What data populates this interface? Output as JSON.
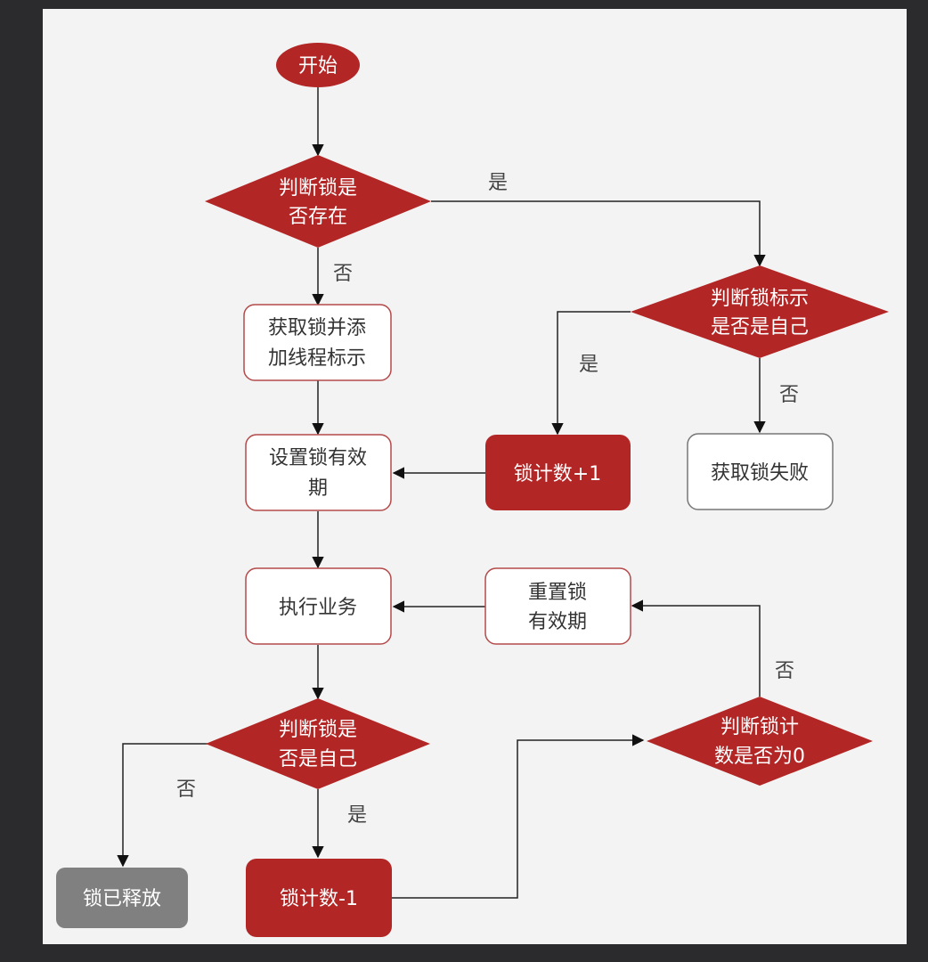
{
  "diagram": {
    "colors": {
      "accent_red": "#b32626",
      "box_border": "#b44a4a",
      "gray_box": "#808080",
      "fail_box_border": "#777777"
    },
    "nodes": {
      "start": "开始",
      "lock_exists_l1": "判断锁是",
      "lock_exists_l2": "否存在",
      "acquire_l1": "获取锁并添",
      "acquire_l2": "加线程标示",
      "check_owner_l1": "判断锁标示",
      "check_owner_l2": "是否是自己",
      "set_expiry_l1": "设置锁有效",
      "set_expiry_l2": "期",
      "count_plus": "锁计数+1",
      "fail": "获取锁失败",
      "execute": "执行业务",
      "reset_l1": "重置锁",
      "reset_l2": "有效期",
      "is_self_l1": "判断锁是",
      "is_self_l2": "否是自己",
      "count_zero_l1": "判断锁计",
      "count_zero_l2": "数是否为0",
      "released": "锁已释放",
      "count_minus": "锁计数-1"
    },
    "edge_labels": {
      "exists_yes": "是",
      "exists_no": "否",
      "owner_yes": "是",
      "owner_no": "否",
      "zero_no": "否",
      "self_no": "否",
      "self_yes": "是"
    }
  }
}
